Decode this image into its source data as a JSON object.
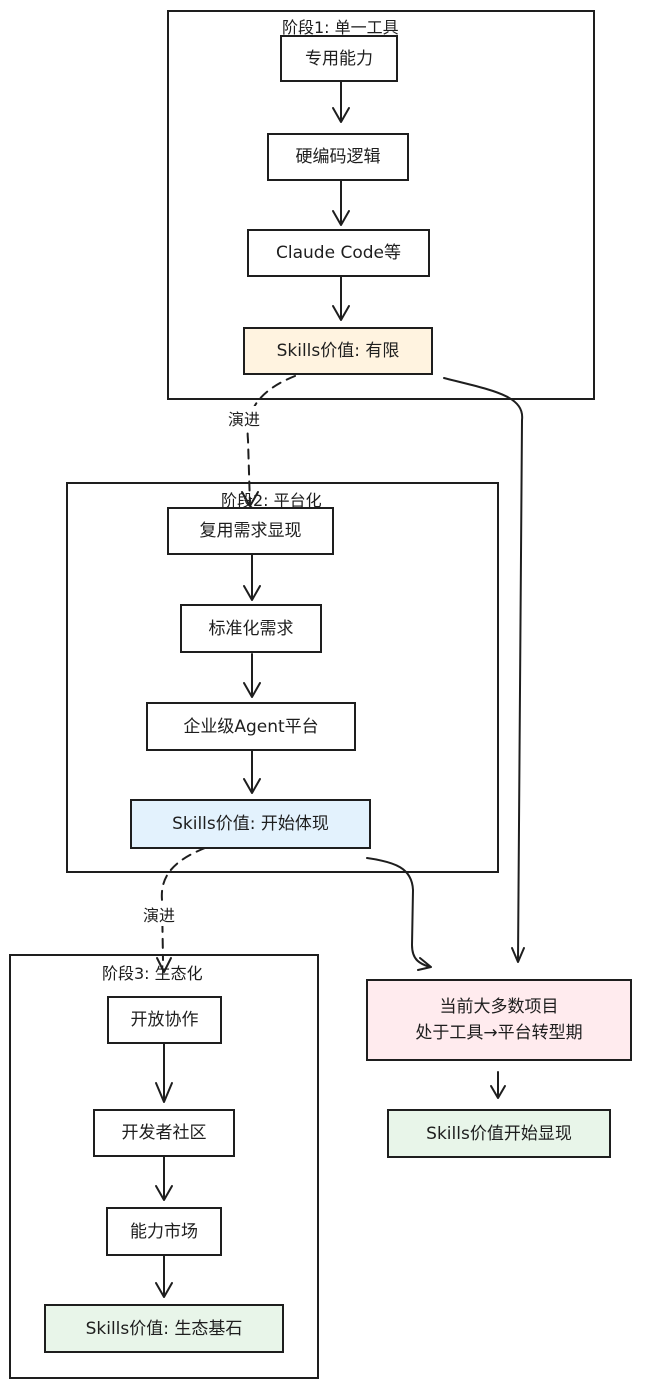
{
  "stages": [
    {
      "title": "阶段1: 单一工具",
      "nodes": [
        "专用能力",
        "硬编码逻辑",
        "Claude Code等",
        "Skills价值: 有限"
      ],
      "value_color": "#fff3e0"
    },
    {
      "title": "阶段2: 平台化",
      "nodes": [
        "复用需求显现",
        "标准化需求",
        "企业级Agent平台",
        "Skills价值: 开始体现"
      ],
      "value_color": "#e3f2fd"
    },
    {
      "title": "阶段3: 生态化",
      "nodes": [
        "开放协作",
        "开发者社区",
        "能力市场",
        "Skills价值: 生态基石"
      ],
      "value_color": "#e8f5e9"
    }
  ],
  "edge_labels": [
    "演进",
    "演进"
  ],
  "current": {
    "line1": "当前大多数项目",
    "line2": "处于工具→平台转型期",
    "color": "#ffebee"
  },
  "outcome": {
    "text": "Skills价值开始显现",
    "color": "#e8f5e9"
  }
}
